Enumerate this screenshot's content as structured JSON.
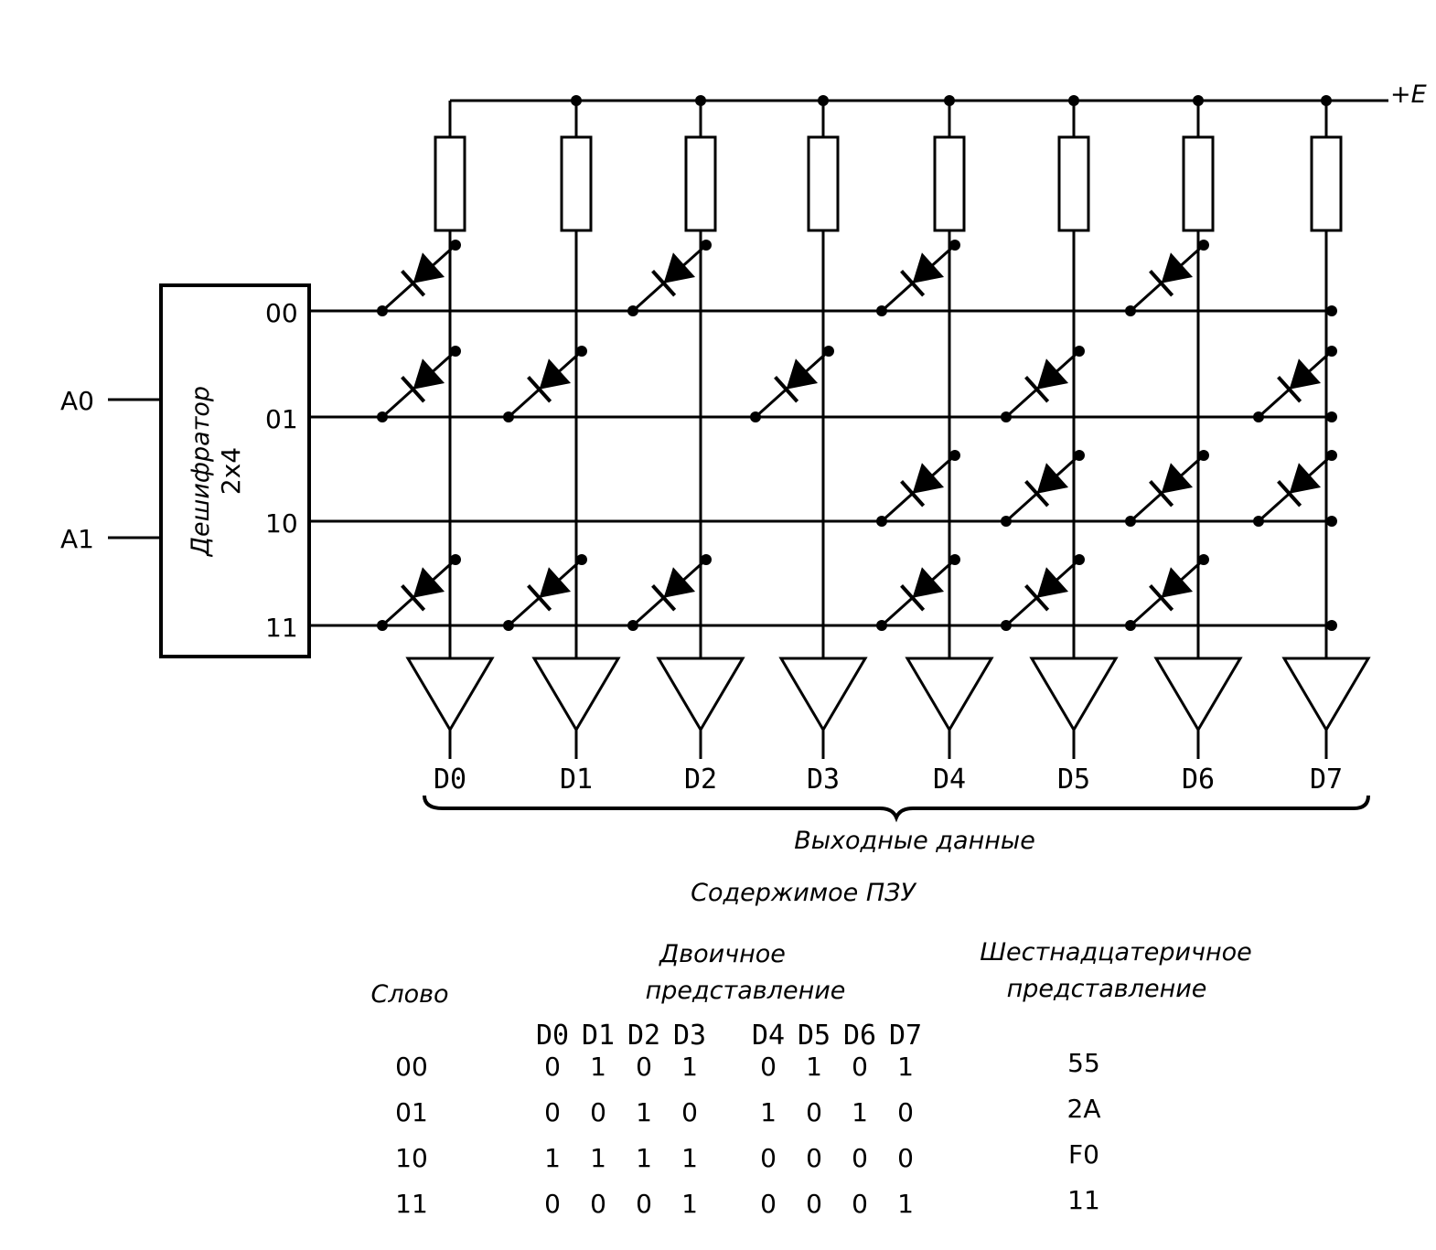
{
  "circuit": {
    "supply_label": "+E",
    "decoder_label": "Дешифратор",
    "decoder_size": "2x4",
    "inputs": [
      "A0",
      "A1"
    ],
    "rows": [
      "00",
      "01",
      "10",
      "11"
    ],
    "outputs": [
      "D0",
      "D1",
      "D2",
      "D3",
      "D4",
      "D5",
      "D6",
      "D7"
    ],
    "diodes": [
      [
        1,
        0,
        1,
        0,
        1,
        0,
        1,
        0
      ],
      [
        1,
        1,
        0,
        1,
        0,
        1,
        0,
        1
      ],
      [
        0,
        0,
        0,
        0,
        1,
        1,
        1,
        1
      ],
      [
        1,
        1,
        1,
        0,
        1,
        1,
        1,
        0
      ]
    ],
    "output_caption": "Выходные данные"
  },
  "table": {
    "title": "Содержимое ПЗУ",
    "col_word": "Слово",
    "col_binary_line1": "Двоичное",
    "col_binary_line2": "представление",
    "col_hex_line1": "Шестнадцатеричное",
    "col_hex_line2": "представление",
    "bit_headers": [
      "D0",
      "D1",
      "D2",
      "D3",
      "D4",
      "D5",
      "D6",
      "D7"
    ],
    "rows": [
      {
        "word": "00",
        "bits": [
          "0",
          "1",
          "0",
          "1",
          "0",
          "1",
          "0",
          "1"
        ],
        "hex": "55"
      },
      {
        "word": "01",
        "bits": [
          "0",
          "0",
          "1",
          "0",
          "1",
          "0",
          "1",
          "0"
        ],
        "hex": "2A"
      },
      {
        "word": "10",
        "bits": [
          "1",
          "1",
          "1",
          "1",
          "0",
          "0",
          "0",
          "0"
        ],
        "hex": "F0"
      },
      {
        "word": "11",
        "bits": [
          "0",
          "0",
          "0",
          "1",
          "0",
          "0",
          "0",
          "1"
        ],
        "hex": "11"
      }
    ]
  }
}
